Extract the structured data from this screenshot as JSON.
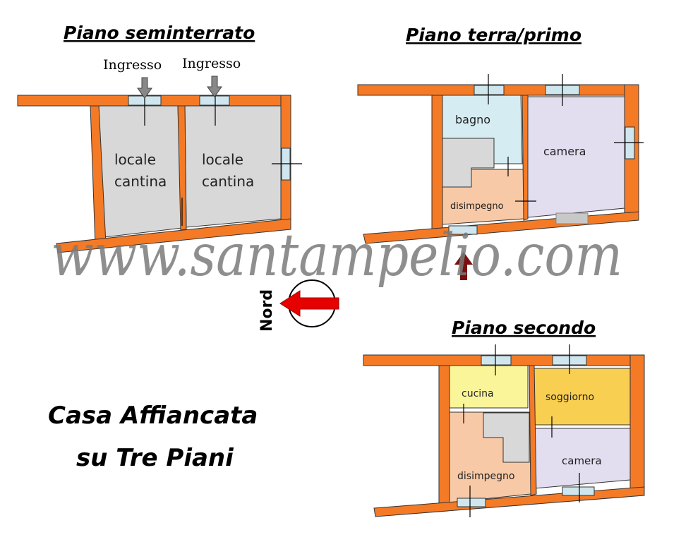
{
  "floors": {
    "basement": {
      "title": "Piano seminterrato",
      "entrance_1": "Ingresso",
      "entrance_2": "Ingresso",
      "room_1": [
        "locale",
        "cantina"
      ],
      "room_2": [
        "locale",
        "cantina"
      ]
    },
    "ground": {
      "title": "Piano terra/primo",
      "bathroom": "bagno",
      "bedroom": "camera",
      "hall": "disimpegno"
    },
    "second": {
      "title": "Piano secondo",
      "kitchen": "cucina",
      "living": "soggiorno",
      "bedroom": "camera",
      "hall": "disimpegno"
    }
  },
  "compass": {
    "label": "Nord"
  },
  "caption": [
    "Casa Affiancata",
    "su Tre Piani"
  ],
  "watermark": "www.santampelio.com",
  "colors": {
    "wall": "#f47a26",
    "cellar": "#d8d8d8",
    "bathroom": "#d6ecf3",
    "bedroom": "#e3ddf0",
    "hall": "#f8c9a6",
    "kitchen": "#fbf59a",
    "living": "#f9cf52",
    "arrow": "#e60000",
    "entrance_arrow": "#7a0f0f"
  }
}
